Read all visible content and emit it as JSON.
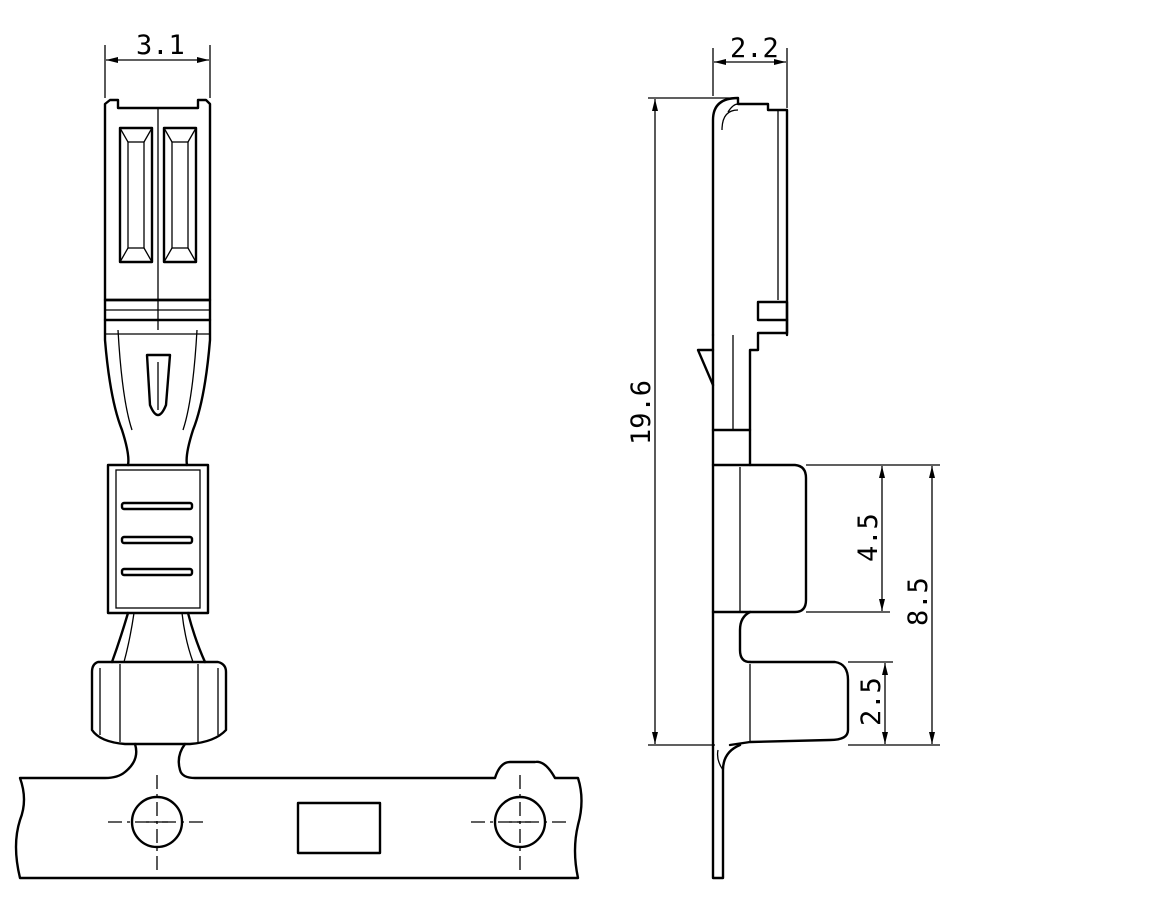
{
  "dimensions": {
    "width_front": "3.1",
    "width_side": "2.2",
    "total_length": "19.6",
    "wire_crimp_length": "4.5",
    "crimp_total_length": "8.5",
    "insulation_crimp_length": "2.5"
  }
}
